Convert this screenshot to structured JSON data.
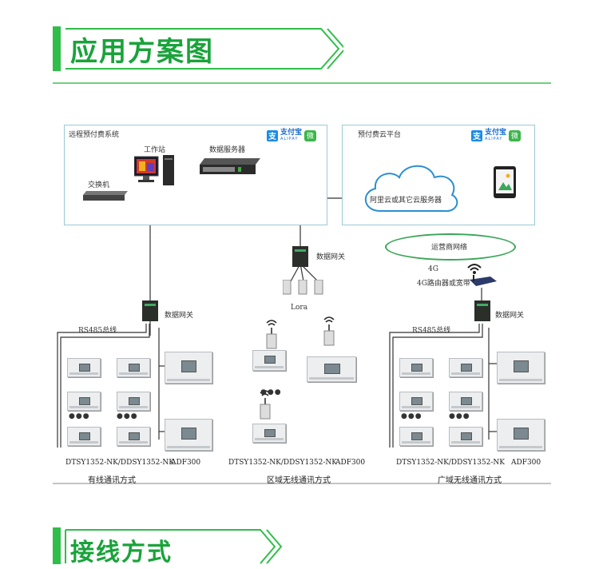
{
  "sections": [
    {
      "title": "应用方案图"
    },
    {
      "title": "接线方式"
    }
  ],
  "diagram": {
    "left_panel": {
      "title": "远程预付费系统",
      "workstation": "工作站",
      "server": "数据服务器",
      "switch": "交换机"
    },
    "right_panel": {
      "title": "预付费云平台",
      "cloud": "阿里云或其它云服务器"
    },
    "alipay": {
      "name": "支付宝",
      "sub": "ALIPAY",
      "glyph": "支"
    },
    "wechat": {
      "glyph": "微"
    },
    "carrier_network": "运营商网络",
    "router_4g": "4G",
    "router_desc": "4G路由器或宽带",
    "gateway": "数据网关",
    "rs485": "RS485总线",
    "lora": "Lora",
    "meter_model": "DTSY1352-NK/DDSY1352-NK",
    "adf": "ADF300",
    "wired": "有线通讯方式",
    "regional": "区域无线通讯方式",
    "wide": "广域无线通讯方式",
    "dots": "●●●"
  },
  "colors": {
    "accent": "#2fbe4a",
    "accent_dark": "#19a33a",
    "panel_border": "#9cc9d6",
    "cloud": "#2a8fd0",
    "ellipse": "#3aa65a"
  }
}
